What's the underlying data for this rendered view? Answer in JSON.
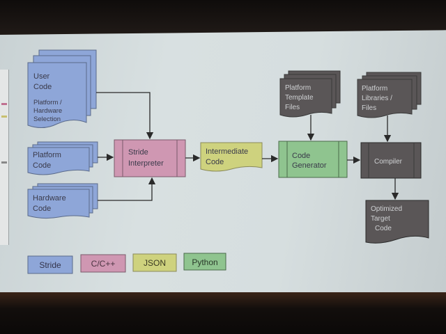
{
  "diagram": {
    "inputs": [
      {
        "id": "user-code",
        "lines": [
          "User",
          "Code"
        ],
        "sublines": [
          "Platform /",
          "Hardware",
          "Selection"
        ],
        "kind": "Stride"
      },
      {
        "id": "platform-code",
        "lines": [
          "Platform",
          "Code"
        ],
        "kind": "Stride"
      },
      {
        "id": "hardware-code",
        "lines": [
          "Hardware",
          "Code"
        ],
        "kind": "Stride"
      }
    ],
    "processes": [
      {
        "id": "stride-interpreter",
        "lines": [
          "Stride",
          "Interpreter"
        ],
        "kind": "C/C++"
      },
      {
        "id": "code-generator",
        "lines": [
          "Code",
          "Generator"
        ],
        "kind": "Python"
      },
      {
        "id": "compiler",
        "lines": [
          "Compiler"
        ],
        "kind": "external"
      }
    ],
    "intermediate": {
      "id": "intermediate-code",
      "lines": [
        "Intermediate",
        "Code"
      ],
      "kind": "JSON"
    },
    "resources": [
      {
        "id": "platform-template-files",
        "lines": [
          "Platform",
          "Template",
          "Files"
        ]
      },
      {
        "id": "platform-libraries-files",
        "lines": [
          "Platform",
          "Libraries /",
          "Files"
        ]
      }
    ],
    "output": {
      "id": "optimized-target-code",
      "lines": [
        "Optimized",
        "Target",
        "Code"
      ]
    },
    "edges": [
      [
        "user-code",
        "stride-interpreter"
      ],
      [
        "platform-code",
        "stride-interpreter"
      ],
      [
        "hardware-code",
        "stride-interpreter"
      ],
      [
        "stride-interpreter",
        "intermediate-code"
      ],
      [
        "intermediate-code",
        "code-generator"
      ],
      [
        "platform-template-files",
        "code-generator"
      ],
      [
        "code-generator",
        "compiler"
      ],
      [
        "platform-libraries-files",
        "compiler"
      ],
      [
        "compiler",
        "optimized-target-code"
      ]
    ]
  },
  "legend": [
    {
      "label": "Stride",
      "color": "#8ea6d8"
    },
    {
      "label": "C/C++",
      "color": "#cf97b2"
    },
    {
      "label": "JSON",
      "color": "#ced27e"
    },
    {
      "label": "Python",
      "color": "#8fc48f"
    }
  ],
  "colors": {
    "stride": "#8ea6d8",
    "cpp": "#cf97b2",
    "json": "#ced27e",
    "python": "#8fc48f",
    "dark": "#5a5657"
  }
}
